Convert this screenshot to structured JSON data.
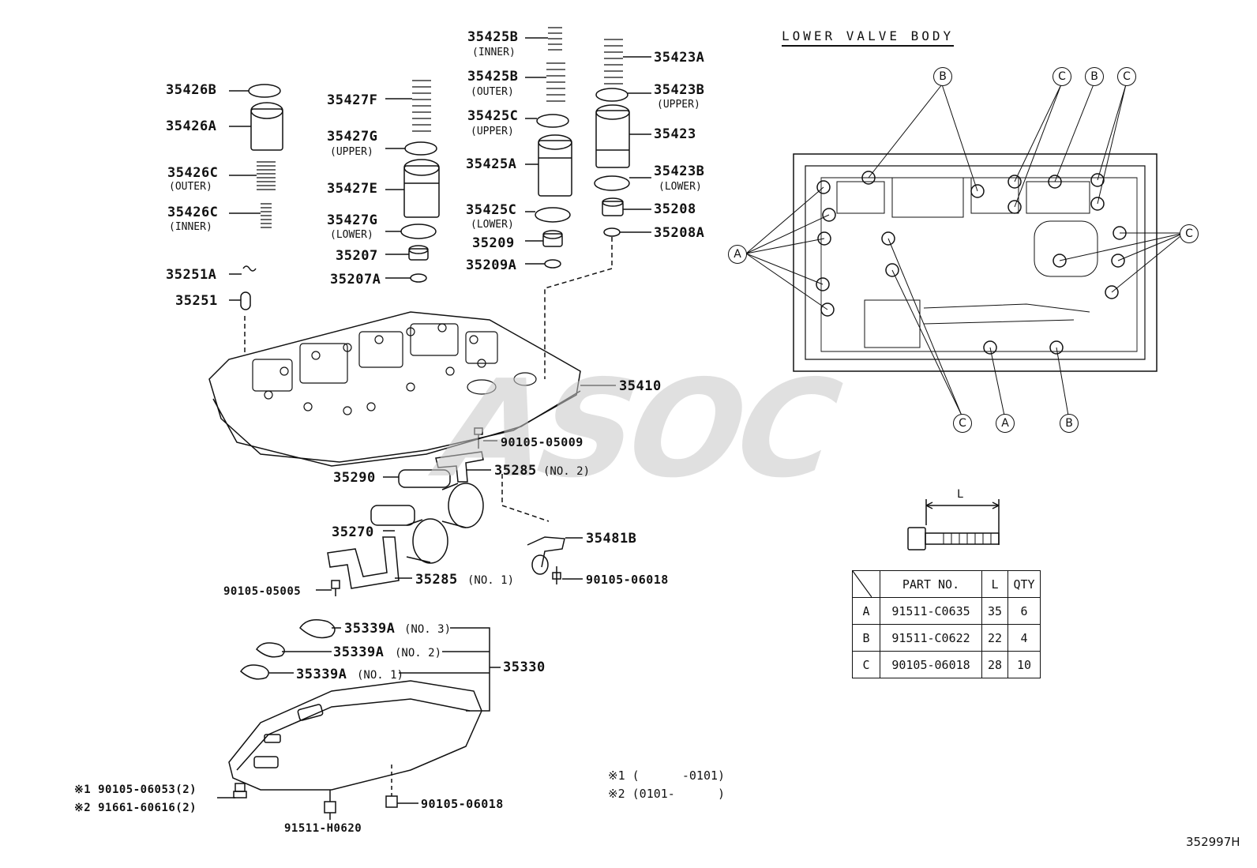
{
  "title": "LOWER VALVE BODY",
  "figure_id": "352997H",
  "watermark": "ASOC",
  "parts": [
    {
      "id": "p35426B",
      "label": "35426B"
    },
    {
      "id": "p35426A",
      "label": "35426A"
    },
    {
      "id": "p35426C_outer",
      "label": "35426C",
      "sub": "(OUTER)"
    },
    {
      "id": "p35426C_inner",
      "label": "35426C",
      "sub": "(INNER)"
    },
    {
      "id": "p35251A",
      "label": "35251A"
    },
    {
      "id": "p35251",
      "label": "35251"
    },
    {
      "id": "p35427F",
      "label": "35427F"
    },
    {
      "id": "p35427G_upper",
      "label": "35427G",
      "sub": "(UPPER)"
    },
    {
      "id": "p35427E",
      "label": "35427E"
    },
    {
      "id": "p35427G_lower",
      "label": "35427G",
      "sub": "(LOWER)"
    },
    {
      "id": "p35207",
      "label": "35207"
    },
    {
      "id": "p35207A",
      "label": "35207A"
    },
    {
      "id": "p35425B_inner",
      "label": "35425B",
      "sub": "(INNER)"
    },
    {
      "id": "p35425B_outer",
      "label": "35425B",
      "sub": "(OUTER)"
    },
    {
      "id": "p35425C_upper",
      "label": "35425C",
      "sub": "(UPPER)"
    },
    {
      "id": "p35425A",
      "label": "35425A"
    },
    {
      "id": "p35425C_lower",
      "label": "35425C",
      "sub": "(LOWER)"
    },
    {
      "id": "p35209",
      "label": "35209"
    },
    {
      "id": "p35209A",
      "label": "35209A"
    },
    {
      "id": "p35423A",
      "label": "35423A"
    },
    {
      "id": "p35423B_upper",
      "label": "35423B",
      "sub": "(UPPER)"
    },
    {
      "id": "p35423",
      "label": "35423"
    },
    {
      "id": "p35423B_lower",
      "label": "35423B",
      "sub": "(LOWER)"
    },
    {
      "id": "p35208",
      "label": "35208"
    },
    {
      "id": "p35208A",
      "label": "35208A"
    },
    {
      "id": "p35410",
      "label": "35410"
    },
    {
      "id": "p90105_05009",
      "label": "90105-05009"
    },
    {
      "id": "p35285_no2",
      "label": "35285",
      "sub": "(NO. 2)"
    },
    {
      "id": "p35290",
      "label": "35290"
    },
    {
      "id": "p35270",
      "label": "35270"
    },
    {
      "id": "p35481B",
      "label": "35481B"
    },
    {
      "id": "p35285_no1",
      "label": "35285",
      "sub": "(NO. 1)"
    },
    {
      "id": "p90105_05005",
      "label": "90105-05005"
    },
    {
      "id": "p90105_06018a",
      "label": "90105-06018"
    },
    {
      "id": "p35339A_no3",
      "label": "35339A",
      "sub": "(NO. 3)"
    },
    {
      "id": "p35339A_no2",
      "label": "35339A",
      "sub": "(NO. 2)"
    },
    {
      "id": "p35339A_no1",
      "label": "35339A",
      "sub": "(NO. 1)"
    },
    {
      "id": "p35330",
      "label": "35330"
    },
    {
      "id": "p90105_06053",
      "label": "※1 90105-06053(2)"
    },
    {
      "id": "p91661_60616",
      "label": "※2 91661-60616(2)"
    },
    {
      "id": "p91511_H0620",
      "label": "91511-H0620"
    },
    {
      "id": "p90105_06018b",
      "label": "90105-06018"
    }
  ],
  "notes": [
    {
      "mark": "※1",
      "range": "(      -0101)"
    },
    {
      "mark": "※2",
      "range": "(0101-      )"
    }
  ],
  "callouts": [
    "A",
    "B",
    "C"
  ],
  "bolt_dimension_label": "L",
  "spec_table": {
    "headers": [
      "PART NO.",
      "L",
      "QTY"
    ],
    "rows": [
      {
        "key": "A",
        "part_no": "91511-C0635",
        "l": "35",
        "qty": "6"
      },
      {
        "key": "B",
        "part_no": "91511-C0622",
        "l": "22",
        "qty": "4"
      },
      {
        "key": "C",
        "part_no": "90105-06018",
        "l": "28",
        "qty": "10"
      }
    ]
  }
}
